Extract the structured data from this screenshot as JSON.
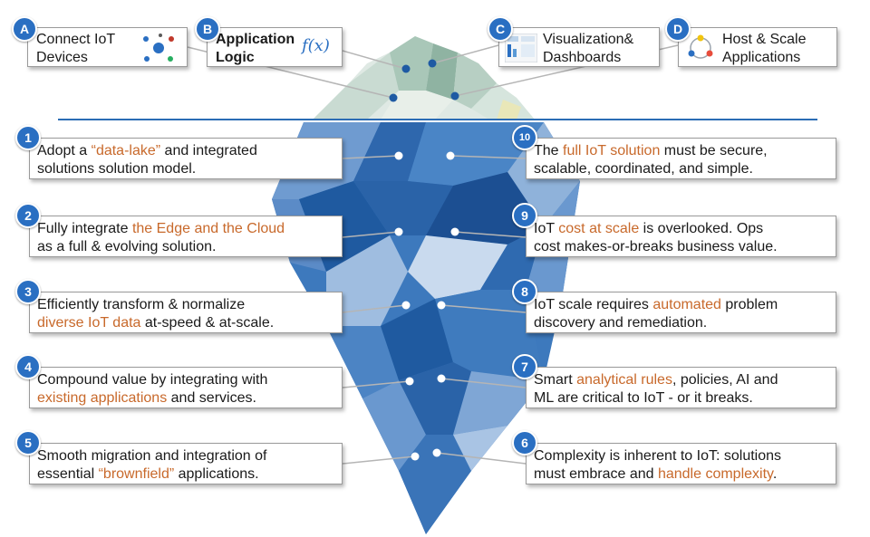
{
  "colors": {
    "accent": "#c8692b",
    "badge": "#2a6fc2",
    "water_line": "#2b6cb5",
    "ice_dark": "#1e5aa3",
    "ice_light": "#9fbde0"
  },
  "top_cards": [
    {
      "badge": "A",
      "line1": "Connect IoT",
      "line2": "Devices",
      "icon": "iot-devices-icon"
    },
    {
      "badge": "B",
      "line1": "Application",
      "line2": "Logic",
      "icon": "function-fx-icon",
      "icon_text": "f(x)"
    },
    {
      "badge": "C",
      "line1": "Visualization&",
      "line2": "Dashboards",
      "icon": "dashboard-icon"
    },
    {
      "badge": "D",
      "line1": "Host & Scale",
      "line2": "Applications",
      "icon": "cycle-icon"
    }
  ],
  "left_items": [
    {
      "n": "1",
      "l1a": "Adopt a ",
      "l1h": "“data-lake”",
      "l1b": " and integrated",
      "l2a": "solutions solution model.",
      "l2h": "",
      "l2b": ""
    },
    {
      "n": "2",
      "l1a": "Fully integrate ",
      "l1h": "the Edge and the Cloud",
      "l1b": "",
      "l2a": "as a full & evolving solution.",
      "l2h": "",
      "l2b": ""
    },
    {
      "n": "3",
      "l1a": "Efficiently transform & normalize",
      "l1h": "",
      "l1b": "",
      "l2a": "",
      "l2h": "diverse IoT data",
      "l2b": " at-speed & at-scale."
    },
    {
      "n": "4",
      "l1a": "Compound value by integrating with",
      "l1h": "",
      "l1b": "",
      "l2a": "",
      "l2h": "existing applications",
      "l2b": " and services."
    },
    {
      "n": "5",
      "l1a": "Smooth migration and integration of",
      "l1h": "",
      "l1b": "",
      "l2a": "essential ",
      "l2h": "“brownfield”",
      "l2b": " applications."
    }
  ],
  "right_items": [
    {
      "n": "10",
      "l1a": "The ",
      "l1h": "full IoT solution",
      "l1b": " must be secure,",
      "l2a": "scalable, coordinated, and simple.",
      "l2h": "",
      "l2b": ""
    },
    {
      "n": "9",
      "l1a": "IoT ",
      "l1h": "cost at scale",
      "l1b": " is overlooked. Ops",
      "l2a": "cost makes-or-breaks business value.",
      "l2h": "",
      "l2b": ""
    },
    {
      "n": "8",
      "l1a": "IoT scale requires ",
      "l1h": "automated",
      "l1b": " problem",
      "l2a": "discovery and remediation.",
      "l2h": "",
      "l2b": ""
    },
    {
      "n": "7",
      "l1a": "Smart ",
      "l1h": "analytical rules",
      "l1b": ", policies, AI and",
      "l2a": "ML are critical to IoT - or it breaks.",
      "l2h": "",
      "l2b": ""
    },
    {
      "n": "6",
      "l1a": "Complexity is inherent to IoT: solutions",
      "l1h": "",
      "l1b": "",
      "l2a": "must embrace and ",
      "l2h": "handle complexity",
      "l2b": "."
    }
  ]
}
